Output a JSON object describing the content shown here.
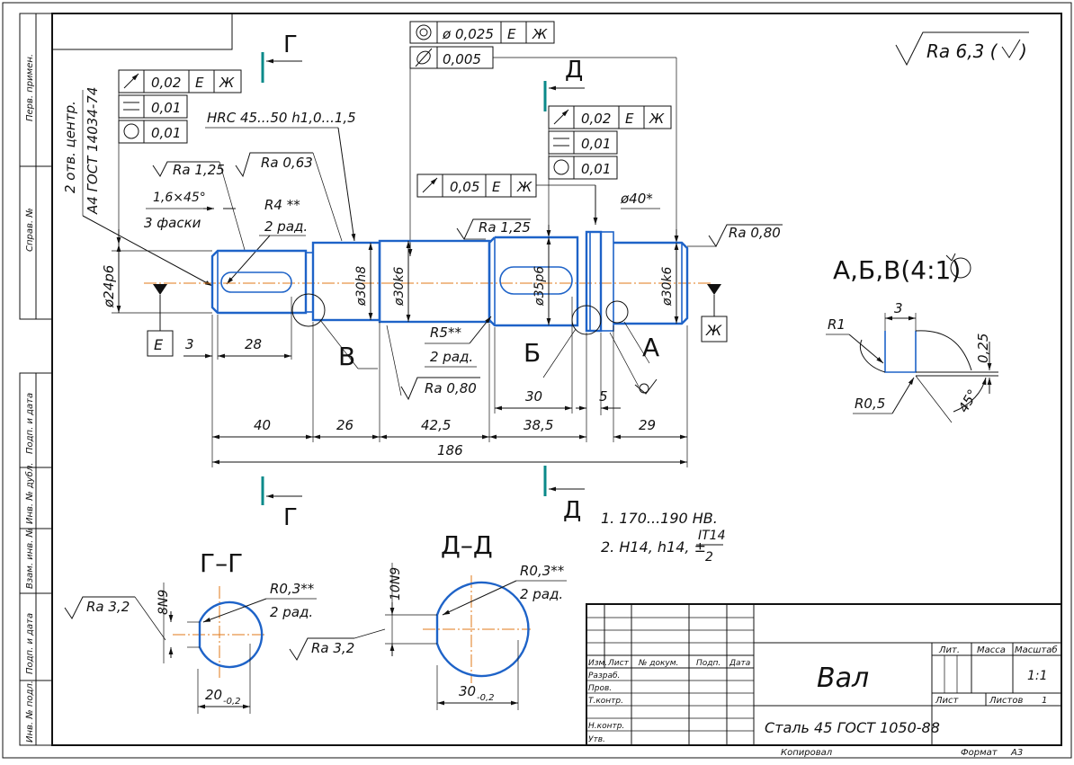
{
  "roughness_general": "Ra 6,3 (",
  "section_letters": {
    "g": "Г",
    "d": "Д"
  },
  "datum_e": "Е",
  "datum_zh": "Ж",
  "fcf_top": [
    {
      "sym": "◎",
      "value": "ø 0,025",
      "d1": "Е",
      "d2": "Ж"
    },
    {
      "sym": "⌭",
      "value": "0,005"
    }
  ],
  "fcf_left": [
    {
      "sym": "↗",
      "value": "0,02",
      "d1": "Е",
      "d2": "Ж"
    },
    {
      "sym": "—",
      "value": "0,01"
    },
    {
      "sym": "○",
      "value": "0,01"
    }
  ],
  "fcf_right": [
    {
      "sym": "↗",
      "value": "0,02",
      "d1": "Е",
      "d2": "Ж"
    },
    {
      "sym": "—",
      "value": "0,01"
    },
    {
      "sym": "○",
      "value": "0,01"
    }
  ],
  "fcf_mid": {
    "sym": "↗",
    "value": "0,05",
    "d1": "Е",
    "d2": "Ж"
  },
  "notes_vertical": [
    "2 отв. центр.",
    "А4 ГОСТ 14034-74"
  ],
  "labels": {
    "hrc": "HRC 45...50 h1,0...1,5",
    "ra125_left": "Ra 1,25",
    "ra063": "Ra 0,63",
    "chamfer": "1,6×45°",
    "chamfer_count": "3 фаски",
    "r4": "R4 **",
    "r4_count": "2 рад.",
    "ra125_mid": "Ra 1,25",
    "d40": "ø40*",
    "ra080_right": "Ra 0,80",
    "d24": "ø24p6",
    "d30h8": "ø30h8",
    "d30k6_a": "ø30k6",
    "d35": "ø35p6",
    "d30k6_b": "ø30k6",
    "r5": "R5**",
    "r5_count": "2 рад.",
    "ra080_bottom": "Ra 0,80",
    "view_v": "В",
    "view_b": "Б",
    "view_a": "А"
  },
  "dimensions": {
    "d3": "3",
    "d28": "28",
    "d30": "30",
    "d5": "5",
    "d40": "40",
    "d26": "26",
    "d42": "42,5",
    "d38": "38,5",
    "d29": "29",
    "d186": "186"
  },
  "detail": {
    "title": "А,Б,В(4:1)",
    "r1": "R1",
    "dim3": "3",
    "dim025": "0,25",
    "r05": "R0,5",
    "angle": "45°"
  },
  "notes": [
    "1. 170...190 HB.",
    "2. H14, h14, ±",
    "IT14",
    "2"
  ],
  "section_gg": {
    "title": "Г–Г",
    "ra": "Ra 3,2",
    "key": "8N9",
    "r": "R0,3**",
    "r_count": "2 рад.",
    "width": "20",
    "width_tol": "-0,2"
  },
  "section_dd": {
    "title": "Д–Д",
    "ra": "Ra 3,2",
    "key": "10N9",
    "r": "R0,3**",
    "r_count": "2 рад.",
    "width": "30",
    "width_tol": "-0,2"
  },
  "side_stamps": [
    "Перв. примен.",
    "Справ. №",
    "Подп. и дата",
    "Инв. № дубл.",
    "Взам. инв. №",
    "Подп. и дата",
    "Инв. № подл."
  ],
  "title_block": {
    "name": "Вал",
    "material": "Сталь 45 ГОСТ 1050-88",
    "col_izm": "Изм.",
    "col_list": "Лист",
    "col_doc": "№ докум.",
    "col_podp": "Подп.",
    "col_data": "Дата",
    "row_razrab": "Разраб.",
    "row_prov": "Пров.",
    "row_tkontr": "Т.контр.",
    "row_nkontr": "Н.контр.",
    "row_utv": "Утв.",
    "lit": "Лит.",
    "mass": "Масса",
    "scale_label": "Масштаб",
    "scale": "1:1",
    "sheet": "Лист",
    "sheets": "Листов",
    "sheets_value": "1",
    "copied": "Копировал",
    "format_label": "Формат",
    "format": "А3"
  }
}
